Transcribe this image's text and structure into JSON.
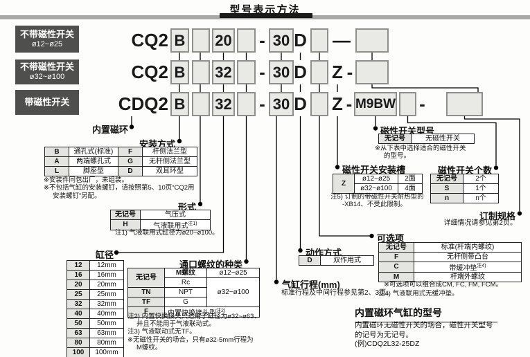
{
  "page": {
    "title": "型号表示方法"
  },
  "model_rows": [
    {
      "tag_line1": "不带磁性开关",
      "tag_line2": "ø12~ø25",
      "prefix": "CQ2",
      "b": "B",
      "bore": "20",
      "dash": "-",
      "stroke": "30",
      "d": "D",
      "long_dash": "—"
    },
    {
      "tag_line1": "不带磁性开关",
      "tag_line2": "ø32~ø100",
      "prefix": "CQ2",
      "b": "B",
      "bore": "32",
      "dash": "-",
      "stroke": "30",
      "d": "D",
      "z": "Z",
      "dash2": "-"
    },
    {
      "tag_line1": "带磁性开关",
      "prefix": "CDQ2",
      "b": "B",
      "bore": "32",
      "dash": "-",
      "stroke": "30",
      "d": "D",
      "z": "Z",
      "dash2": "-",
      "switch_model": "M9BW",
      "dash3": "-"
    }
  ],
  "builtin_magnet": {
    "title": "内置磁环"
  },
  "mounting": {
    "title": "安装方式",
    "rows": [
      [
        "B",
        "通孔式(标准)",
        "F",
        "杆侧法兰型"
      ],
      [
        "A",
        "两端螺孔式",
        "G",
        "无杆侧法兰型"
      ],
      [
        "L",
        "脚座型",
        "D",
        "双耳环型"
      ]
    ],
    "notes": [
      "※安装件同包出厂，未组装。",
      "※不包括气缸的安装螺钉，请按照第5、10页“CQ2用",
      "安装螺钉”另配。"
    ]
  },
  "style": {
    "title": "形式",
    "rows": [
      {
        "code": "无记号",
        "desc": "气压式",
        "sup": ""
      },
      {
        "code": "H",
        "desc": "气液联用式",
        "sup": "注1)"
      }
    ],
    "note": "注1) 气液联用式缸径为ø20~ø100。"
  },
  "bore": {
    "title": "缸径",
    "rows": [
      [
        "12",
        "12mm"
      ],
      [
        "16",
        "16mm"
      ],
      [
        "20",
        "20mm"
      ],
      [
        "25",
        "25mm"
      ],
      [
        "32",
        "32mm"
      ],
      [
        "40",
        "40mm"
      ],
      [
        "50",
        "50mm"
      ],
      [
        "63",
        "63mm"
      ],
      [
        "80",
        "80mm"
      ],
      [
        "100",
        "100mm"
      ]
    ]
  },
  "port_thread": {
    "title": "通口螺纹的种类",
    "no_code": "无记号",
    "m_thread": "M螺纹",
    "m_range": "ø12~ø25",
    "rc": "Rc",
    "range2": "ø32~ø100",
    "tn": "TN",
    "npt": "NPT",
    "tf": "TF",
    "g": "G",
    "f": "F",
    "f_desc": "内置快换接头型",
    "f_sup": "注2)",
    "notes": [
      "注2) 内置快换接头只适用于缸径为ø32~ø63、",
      "并且不能用于气液联动式。",
      "注3) 气液联动式无TF。",
      "※无磁性开关的场合，只有ø32-5mm行程为",
      "M螺纹。"
    ]
  },
  "action": {
    "title": "动作方式",
    "code": "D",
    "desc": "双作用式"
  },
  "stroke": {
    "title": "气缸行程(mm)",
    "note": "标准行程及中间行程参见第2、3页。"
  },
  "switch_model": {
    "title": "磁性开关型号",
    "code": "无记号",
    "desc": "无磁性开关",
    "notes": [
      "※从下表中选择适合的磁性开关",
      "的型号。"
    ]
  },
  "switch_groove": {
    "title": "磁性开关安装槽",
    "code": "Z",
    "rows": [
      [
        "ø12~ø25",
        "2面"
      ],
      [
        "ø32~ø100",
        "4面"
      ]
    ],
    "notes": [
      "注5) 订制的带磁性开关耐热型的",
      "-XB14、不受此限制。"
    ]
  },
  "switch_qty": {
    "title": "磁性开关个数",
    "rows": [
      [
        "无记号",
        "2个"
      ],
      [
        "S",
        "1个"
      ],
      [
        "n",
        "n个"
      ]
    ]
  },
  "made_to_order": {
    "title": "订制规格",
    "note": "详细情况请参见第2页。"
  },
  "options": {
    "title": "可选项",
    "rows": [
      {
        "code": "无记号",
        "desc": "标准(杆端内螺纹)",
        "sup": ""
      },
      {
        "code": "F",
        "desc": "无杆侧带凸台",
        "sup": ""
      },
      {
        "code": "C",
        "desc": "带缓冲垫",
        "sup": "注4)"
      },
      {
        "code": "M",
        "desc": "杆端外螺纹",
        "sup": ""
      }
    ],
    "notes": [
      "※可选项可以组合成CM, FC, FM, FCM。",
      "注4) 气液联用式无缓冲垫。"
    ]
  },
  "builtin_model_section": {
    "title": "内置磁环气缸的型号",
    "lines": [
      "内置磁环无磁性开关的场合，磁性开关型号",
      "的记号为无记号。",
      "(例)CDQ2L32-25DZ"
    ]
  },
  "colors": {
    "box_fill": "#e9e9e6",
    "box_border": "#8f8f8c",
    "label_bg": "#4f4f4d",
    "bar_gray": "#a9a9a9",
    "cell_gray": "#e4e4e1"
  }
}
